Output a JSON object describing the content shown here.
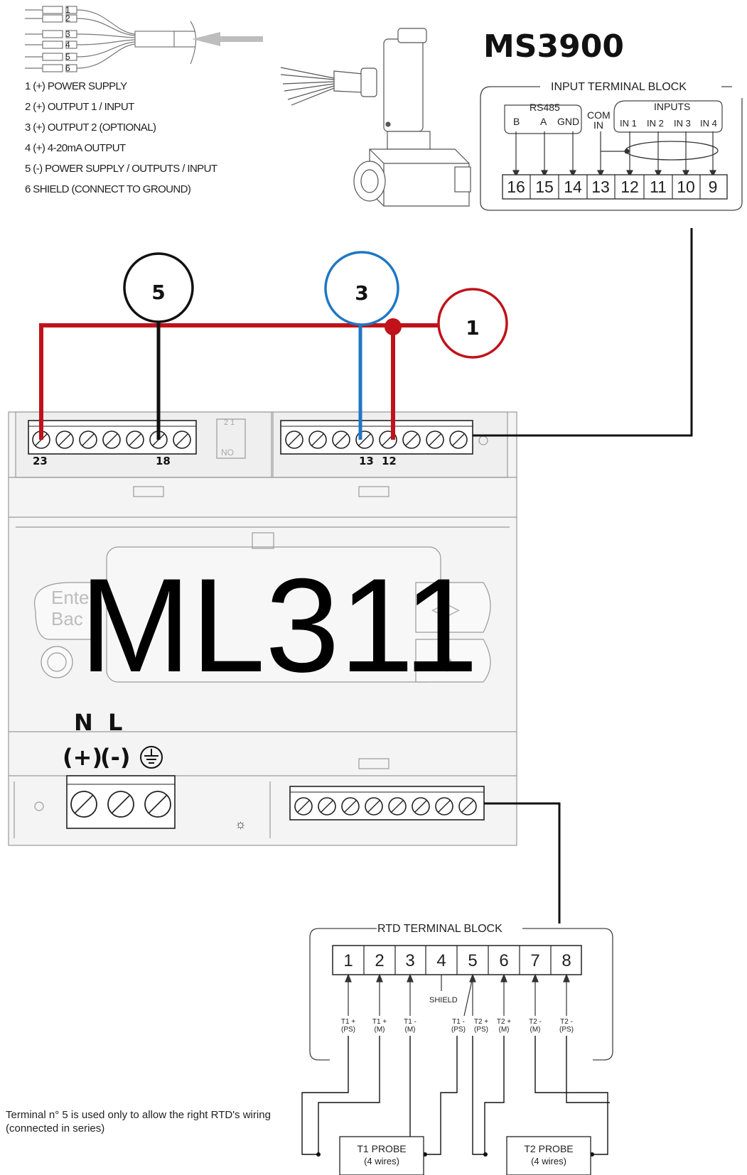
{
  "cable": {
    "pins": [
      "1",
      "2",
      "3",
      "4",
      "5",
      "6"
    ],
    "legend": [
      "1 (+) POWER SUPPLY",
      "2 (+) OUTPUT 1 / INPUT",
      "3 (+) OUTPUT 2 (OPTIONAL)",
      "4 (+) 4-20mA OUTPUT",
      "5 (-) POWER SUPPLY / OUTPUTS / INPUT",
      "6 SHIELD (CONNECT TO GROUND)"
    ]
  },
  "sensor": {
    "model": "MS3900"
  },
  "input_block": {
    "title": "INPUT TERMINAL BLOCK",
    "rs485_label": "RS485",
    "rs485_pins": [
      "B",
      "A",
      "GND"
    ],
    "com_label_1": "COM",
    "com_label_2": "IN",
    "inputs_label": "INPUTS",
    "inputs_pins": [
      "IN 1",
      "IN 2",
      "IN 3",
      "IN 4"
    ],
    "terminals": [
      "16",
      "15",
      "14",
      "13",
      "12",
      "11",
      "10",
      "9"
    ]
  },
  "wire_markers": {
    "black": "5",
    "blue": "3",
    "red": "1"
  },
  "controller": {
    "model": "ML311",
    "top_left_labels": [
      "23",
      "18"
    ],
    "top_right_labels": [
      "13",
      "12"
    ],
    "dip_label": "NO",
    "dip_numbers": "2 1",
    "panel_text_1": "Ente",
    "panel_text_2": "Bac",
    "power_labels": {
      "n": "N",
      "l": "L",
      "plus": "(+)",
      "minus": "(-)"
    }
  },
  "rtd_block": {
    "title": "RTD TERMINAL BLOCK",
    "terminals": [
      "1",
      "2",
      "3",
      "4",
      "5",
      "6",
      "7",
      "8"
    ],
    "shield_label": "SHIELD",
    "wire_labels": [
      [
        "T1 +",
        "(PS)"
      ],
      [
        "T1 +",
        "(M)"
      ],
      [
        "T1 -",
        "(M)"
      ],
      [
        "T1 -",
        "(PS)"
      ],
      [
        "T2 +",
        "(PS)"
      ],
      [
        "T2 +",
        "(M)"
      ],
      [
        "T2 -",
        "(M)"
      ],
      [
        "T2 -",
        "(PS)"
      ]
    ],
    "probes": [
      {
        "name": "T1 PROBE",
        "wires": "(4 wires)"
      },
      {
        "name": "T2 PROBE",
        "wires": "(4 wires)"
      }
    ]
  },
  "note": "Terminal n° 5 is used only to allow the right RTD's wiring (connected in series)",
  "colors": {
    "red": "#c0121a",
    "blue": "#1f77c4",
    "black": "#111111",
    "panel": "#f4f4f4",
    "line": "#8a8a8a"
  }
}
